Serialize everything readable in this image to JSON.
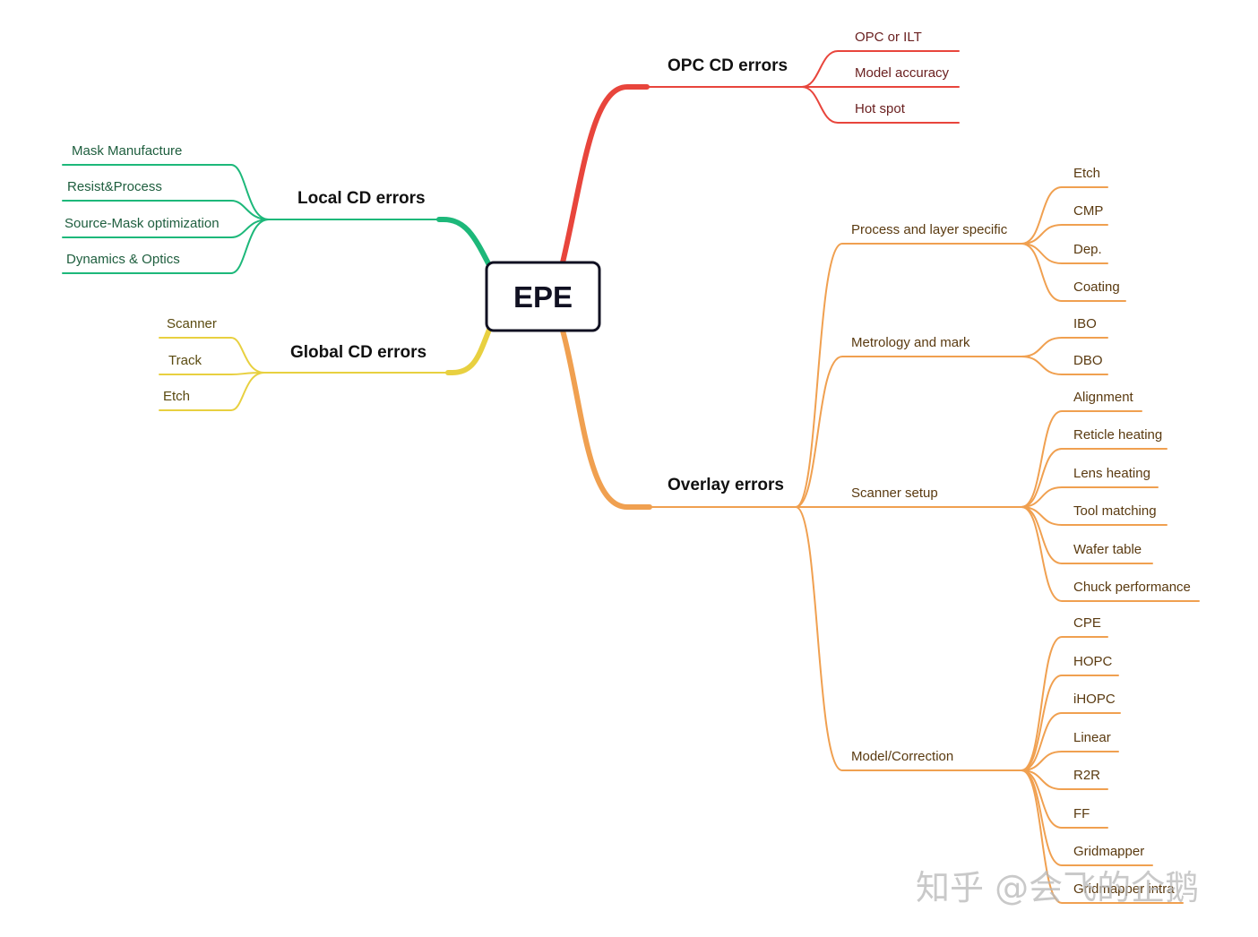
{
  "mindmap": {
    "root": "EPE",
    "colors": {
      "opc": "#e8453c",
      "overlay": "#f0a050",
      "local": "#1db87a",
      "global": "#e8d040",
      "opc_text": "#6a2020",
      "overlay_text": "#5a3a10",
      "local_text": "#1e5e3e",
      "global_text": "#5a4a10"
    },
    "branches": {
      "opc": {
        "label": "OPC CD errors",
        "children": [
          "OPC or ILT",
          "Model accuracy",
          "Hot spot"
        ]
      },
      "local": {
        "label": "Local CD errors",
        "children": [
          "Mask Manufacture",
          "Resist&Process",
          "Source-Mask optimization",
          "Dynamics & Optics"
        ]
      },
      "global": {
        "label": "Global CD errors",
        "children": [
          "Scanner",
          "Track",
          "Etch"
        ]
      },
      "overlay": {
        "label": "Overlay errors",
        "groups": [
          {
            "label": "Process and layer specific",
            "children": [
              "Etch",
              "CMP",
              "Dep.",
              "Coating"
            ]
          },
          {
            "label": "Metrology and mark",
            "children": [
              "IBO",
              "DBO"
            ]
          },
          {
            "label": "Scanner setup",
            "children": [
              "Alignment",
              "Reticle heating",
              "Lens heating",
              "Tool matching",
              "Wafer table",
              "Chuck performance"
            ]
          },
          {
            "label": "Model/Correction",
            "children": [
              "CPE",
              "HOPC",
              "iHOPC",
              "Linear",
              "R2R",
              "FF",
              "Gridmapper",
              "Gridmapper intra"
            ]
          }
        ]
      }
    }
  },
  "watermark": "知乎 @会飞的企鹅"
}
